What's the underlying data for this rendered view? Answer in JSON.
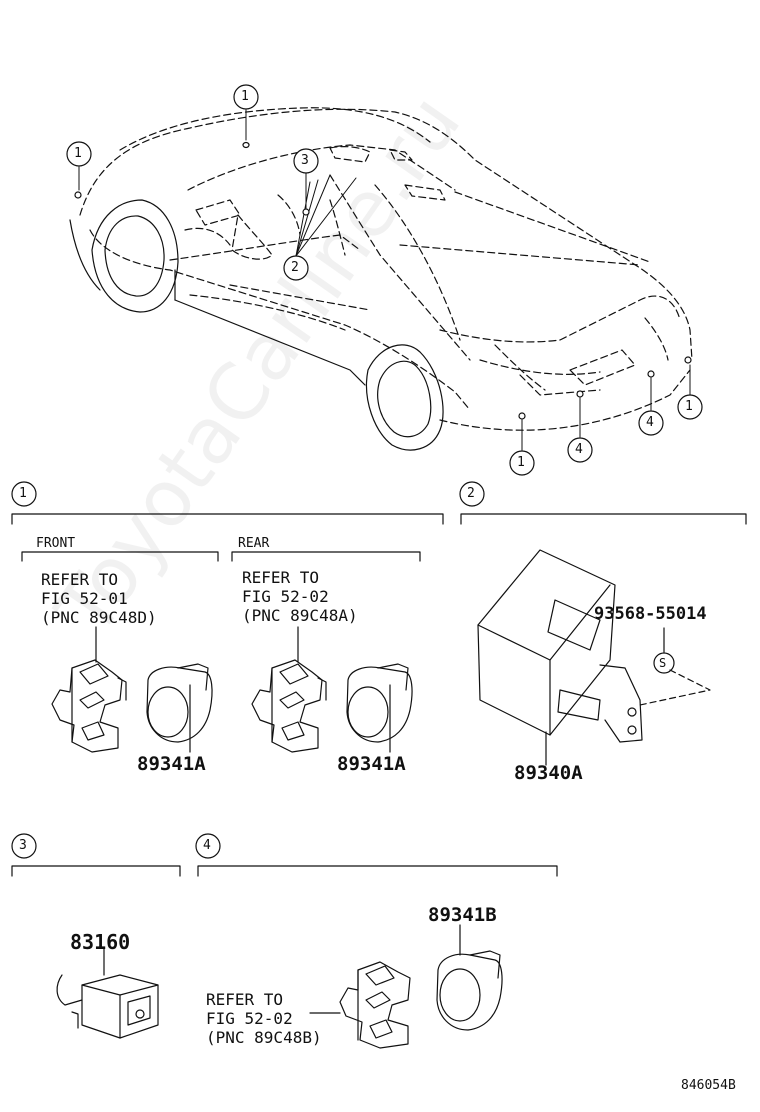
{
  "callouts": {
    "c1": "1",
    "c2": "2",
    "c3": "3",
    "c4": "4",
    "s": "S"
  },
  "section1": {
    "badge": "1",
    "front": {
      "header": "FRONT",
      "ref_line1": "REFER TO",
      "ref_line2": "FIG 52-01",
      "ref_line3": "(PNC 89C48D)",
      "part": "89341A"
    },
    "rear": {
      "header": "REAR",
      "ref_line1": "REFER TO",
      "ref_line2": "FIG 52-02",
      "ref_line3": "(PNC 89C48A)",
      "part": "89341A"
    }
  },
  "section2": {
    "badge": "2",
    "bolt_part": "93568-55014",
    "part": "89340A"
  },
  "section3": {
    "badge": "3",
    "part": "83160"
  },
  "section4": {
    "badge": "4",
    "part": "89341B",
    "ref_line1": "REFER TO",
    "ref_line2": "FIG 52-02",
    "ref_line3": "(PNC 89C48B)"
  },
  "figure_code": "846054B",
  "watermark": "ToyotaCarline.ru"
}
